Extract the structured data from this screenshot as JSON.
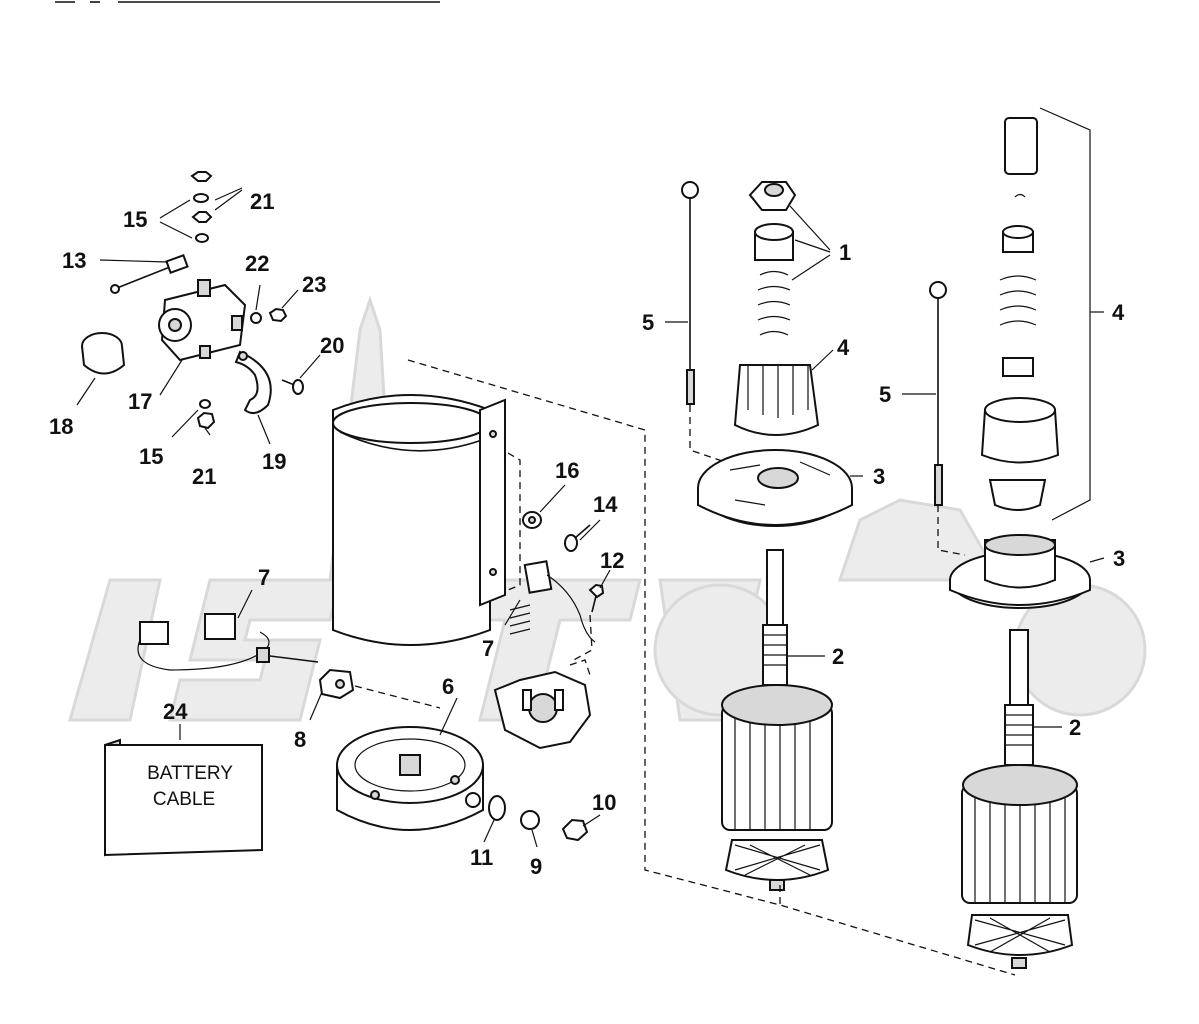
{
  "box_label": {
    "line1": "BATTERY",
    "line2": "CABLE"
  },
  "callouts": {
    "c1": "1",
    "c2a": "2",
    "c2b": "2",
    "c3a": "3",
    "c3b": "3",
    "c4a": "4",
    "c4b": "4",
    "c5a": "5",
    "c5b": "5",
    "c6": "6",
    "c7a": "7",
    "c7b": "7",
    "c8": "8",
    "c9": "9",
    "c10": "10",
    "c11": "11",
    "c12": "12",
    "c13": "13",
    "c14": "14",
    "c15a": "15",
    "c15b": "15",
    "c16": "16",
    "c17": "17",
    "c18": "18",
    "c19": "19",
    "c20": "20",
    "c21a": "21",
    "c21b": "21",
    "c22": "22",
    "c23": "23",
    "c24": "24"
  },
  "colors": {
    "ink": "#111111",
    "watermark": "#ececec",
    "background": "#ffffff"
  }
}
